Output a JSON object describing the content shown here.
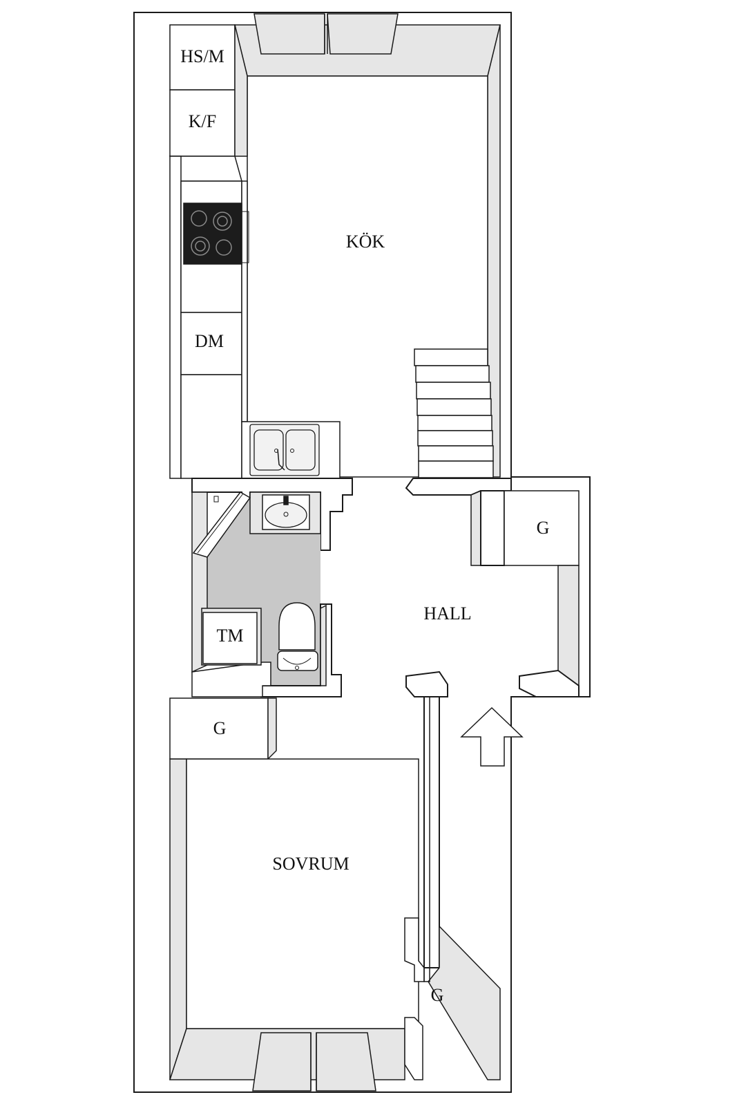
{
  "rooms": {
    "kitchen": "KÖK",
    "hall": "HALL",
    "bedroom": "SOVRUM"
  },
  "fixtures": {
    "fridge_freezer_tall": "HS/M",
    "fridge_freezer": "K/F",
    "dishwasher": "DM",
    "washing_machine": "TM",
    "wardrobe_hall": "G",
    "wardrobe_bedroom": "G",
    "wardrobe_corner": "G"
  },
  "colors": {
    "wall_line": "#1a1a1a",
    "shade": "#e6e6e6",
    "wc_floor": "#c8c8c8",
    "stove": "#1c1c1c"
  },
  "icons": [
    "entrance-arrow-icon",
    "stove-icon",
    "double-sink-icon",
    "washbasin-icon",
    "toilet-icon",
    "staircase-icon"
  ]
}
